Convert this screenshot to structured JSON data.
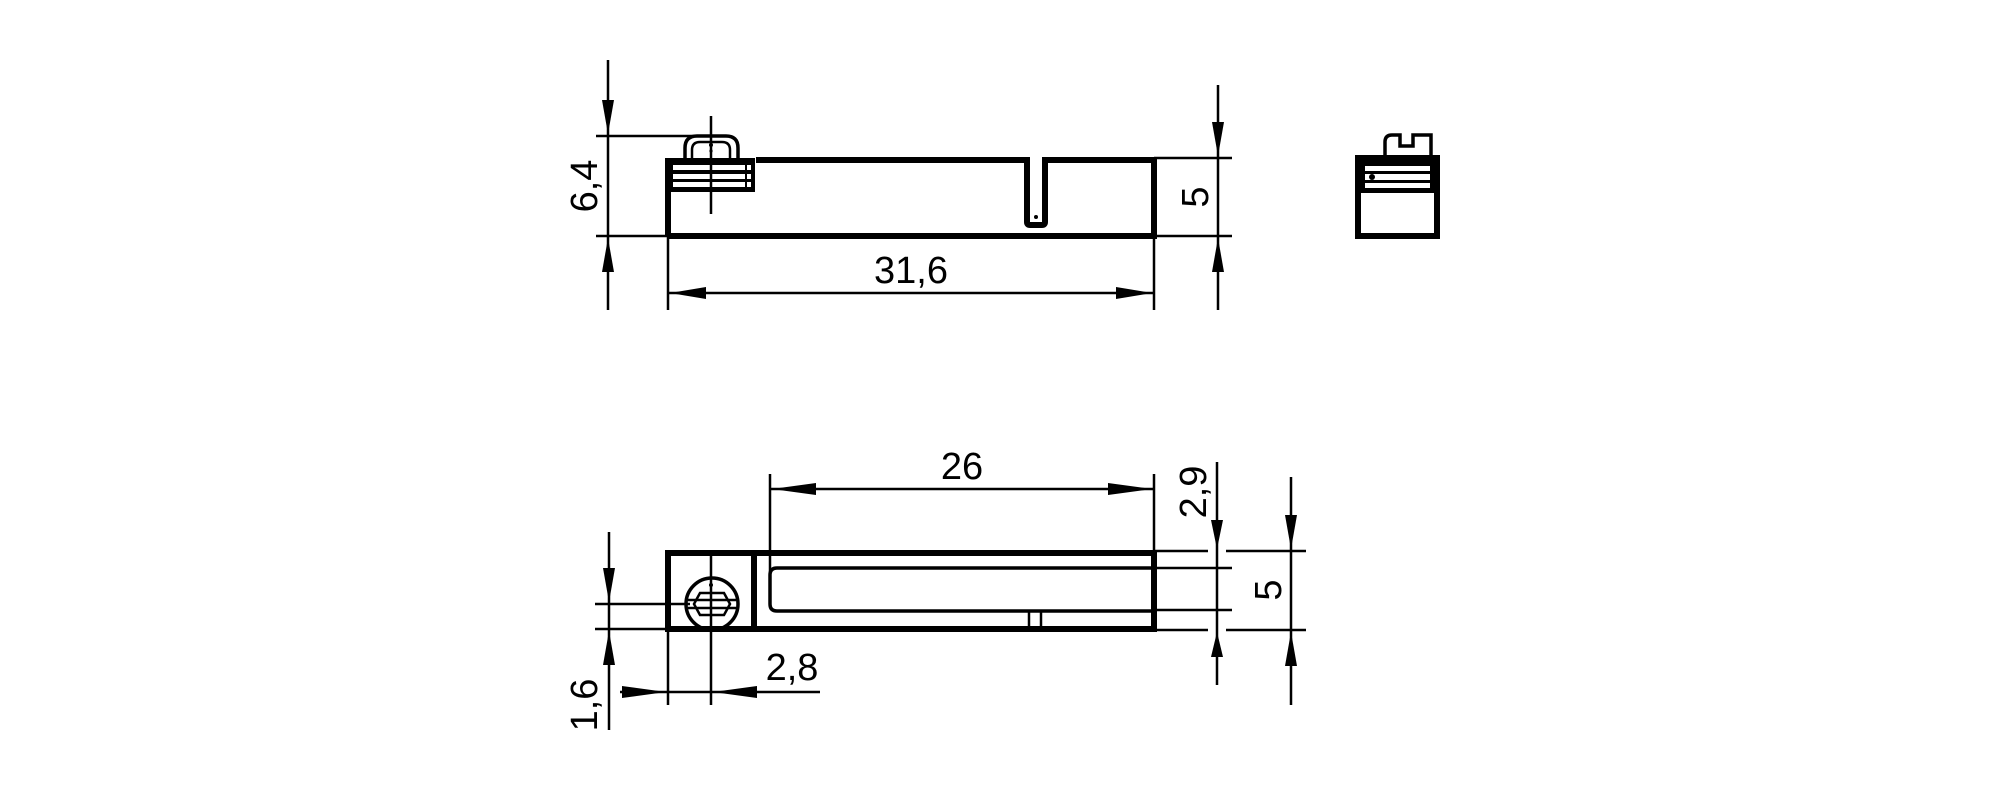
{
  "drawing": {
    "type": "technical-dimension-drawing",
    "units": "mm",
    "line_color": "#000000",
    "background": "#ffffff",
    "views": {
      "side_view": {
        "dimensions": {
          "overall_height": "6,4",
          "body_height": "5",
          "length": "31,6"
        }
      },
      "end_view": {},
      "top_view": {
        "dimensions": {
          "sensing_length": "26",
          "offset_top": "2,9",
          "body_height": "5",
          "hole_offset_y": "1,6",
          "hole_offset_x": "2,8"
        }
      }
    }
  }
}
